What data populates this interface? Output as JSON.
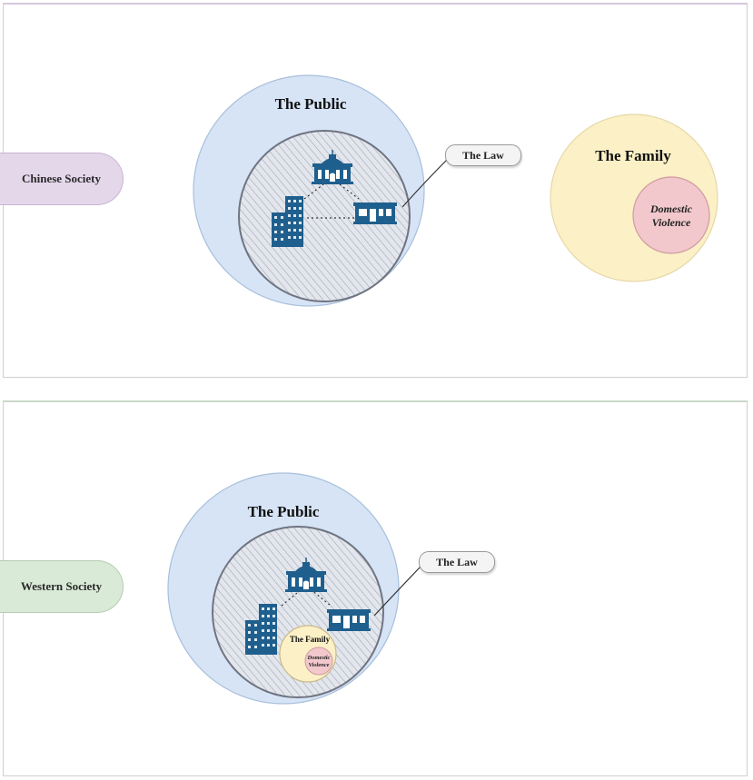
{
  "top_panel": {
    "society_label": "Chinese Society",
    "public_label": "The Public",
    "law_label": "The Law",
    "family_label": "The Family",
    "violence_line1": "Domestic",
    "violence_line2": "Violence"
  },
  "bottom_panel": {
    "society_label": "Western Society",
    "public_label": "The Public",
    "law_label": "The Law",
    "family_label": "The Family",
    "violence_line1": "Domestic",
    "violence_line2": "Violence"
  },
  "colors": {
    "public_fill": "#d6e4f6",
    "family_fill": "#fbf0c6",
    "violence_fill": "#f2c8cc",
    "icon_blue": "#1f5f8e",
    "chinese_tab": "#e4d7ea",
    "western_tab": "#d9ead7"
  },
  "icons": [
    "government-building-icon",
    "office-tower-icon",
    "shop-icon"
  ]
}
